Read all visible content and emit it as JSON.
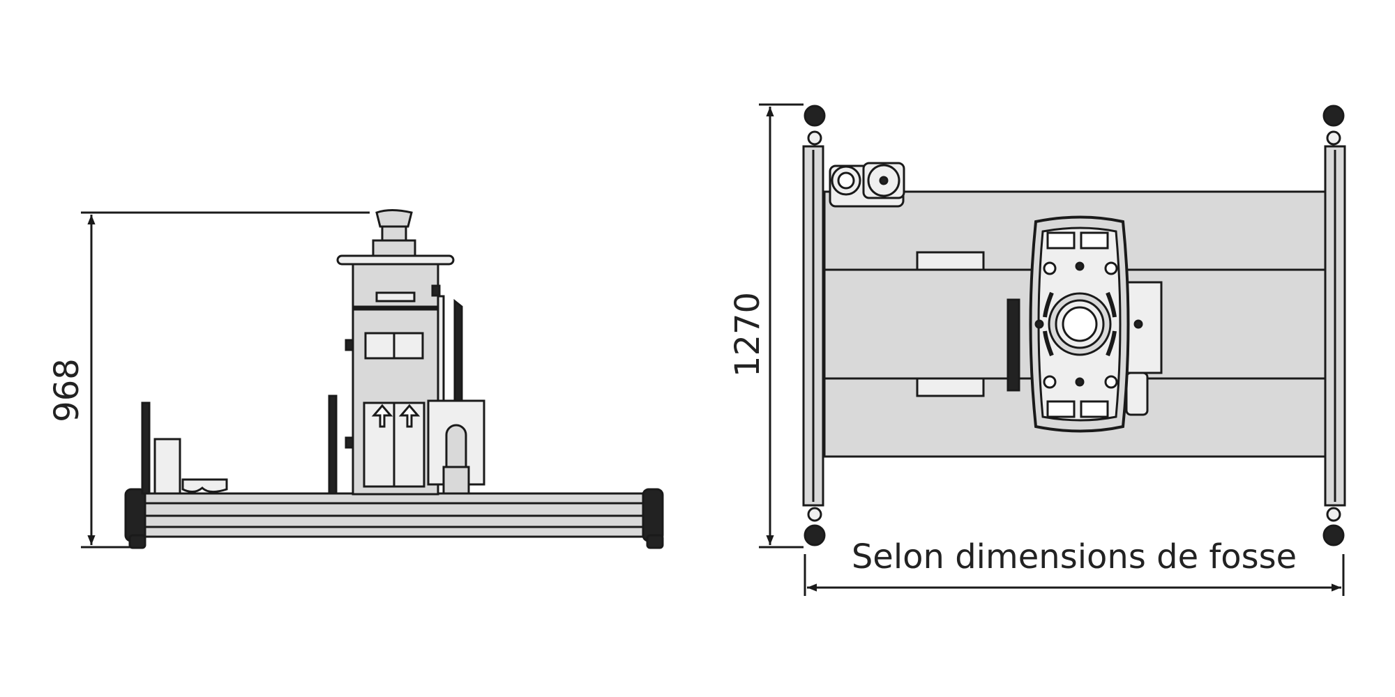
{
  "side_view": {
    "height_dimension": "968"
  },
  "top_view": {
    "depth_dimension": "1270",
    "width_note": "Selon dimensions de fosse"
  },
  "colors": {
    "line": "#1a1a1a",
    "body_fill": "#d9d9d9",
    "light_fill": "#efefef",
    "dark_fill": "#222222",
    "mid_fill": "#bdbdbd"
  }
}
